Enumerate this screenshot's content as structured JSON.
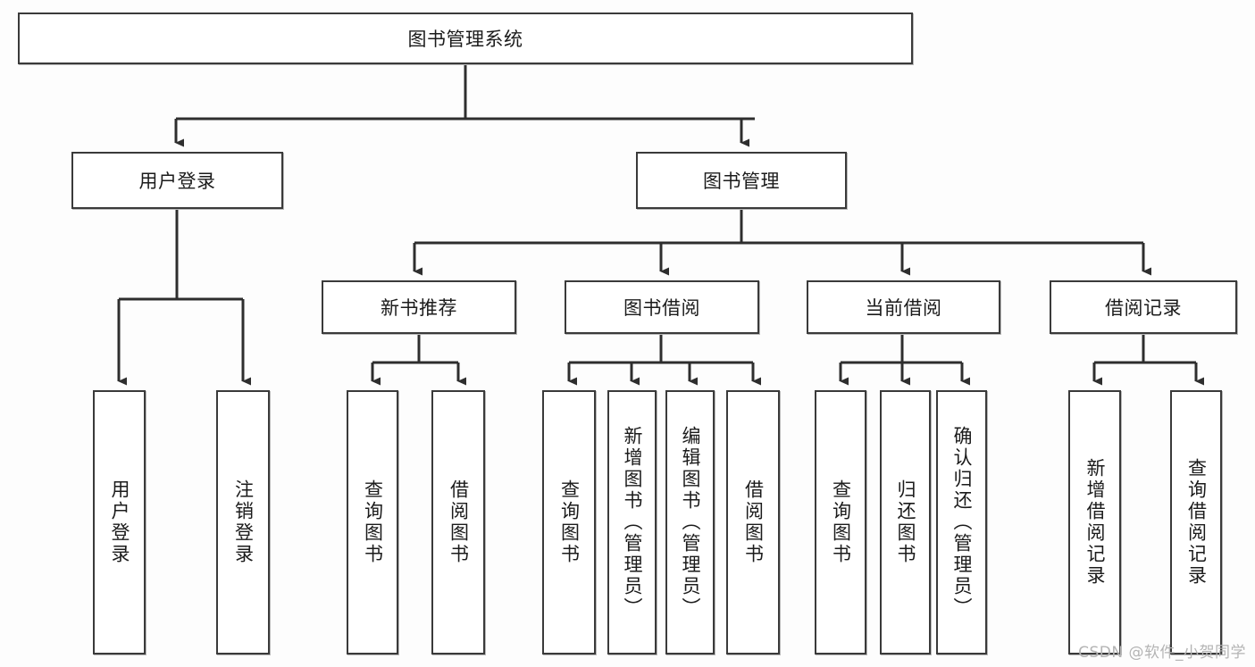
{
  "diagram": {
    "title": "图书管理系统",
    "type": "hierarchy-tree",
    "orientation": "top-down",
    "style": {
      "background": "#fdfdfd",
      "box_fill": "#ffffff",
      "box_border": "#3a3a3a",
      "connector": "#2e2e2e",
      "text": "#1b1b1b",
      "watermark": "#b4b4b4"
    }
  },
  "nodes": {
    "root": {
      "label": "图书管理系统",
      "level": 0
    },
    "level1": [
      {
        "id": "user-login",
        "label": "用户登录"
      },
      {
        "id": "book-manage",
        "label": "图书管理"
      }
    ],
    "level2": [
      {
        "id": "new-book-recommend",
        "label": "新书推荐",
        "parent": "book-manage"
      },
      {
        "id": "book-borrow",
        "label": "图书借阅",
        "parent": "book-manage"
      },
      {
        "id": "current-borrow",
        "label": "当前借阅",
        "parent": "book-manage"
      },
      {
        "id": "borrow-record",
        "label": "借阅记录",
        "parent": "book-manage"
      }
    ],
    "leaves": [
      {
        "id": "leaf-user-login",
        "label": "用户登录",
        "parent": "user-login"
      },
      {
        "id": "leaf-user-logout",
        "label": "注销登录",
        "parent": "user-login"
      },
      {
        "id": "leaf-query-book-1",
        "label": "查询图书",
        "parent": "new-book-recommend"
      },
      {
        "id": "leaf-borrow-book-1",
        "label": "借阅图书",
        "parent": "new-book-recommend"
      },
      {
        "id": "leaf-query-book-2",
        "label": "查询图书",
        "parent": "book-borrow"
      },
      {
        "id": "leaf-add-book",
        "label": "新增图书（管理员）",
        "parent": "book-borrow"
      },
      {
        "id": "leaf-edit-book",
        "label": "编辑图书（管理员）",
        "parent": "book-borrow"
      },
      {
        "id": "leaf-borrow-book-2",
        "label": "借阅图书",
        "parent": "book-borrow"
      },
      {
        "id": "leaf-query-book-3",
        "label": "查询图书",
        "parent": "current-borrow"
      },
      {
        "id": "leaf-return-book",
        "label": "归还图书",
        "parent": "current-borrow"
      },
      {
        "id": "leaf-confirm-return",
        "label": "确认归还（管理员）",
        "parent": "current-borrow"
      },
      {
        "id": "leaf-add-record",
        "label": "新增借阅记录",
        "parent": "borrow-record"
      },
      {
        "id": "leaf-query-record",
        "label": "查询借阅记录",
        "parent": "borrow-record"
      }
    ]
  },
  "watermark": {
    "text": "CSDN @软件_小贺同学"
  }
}
